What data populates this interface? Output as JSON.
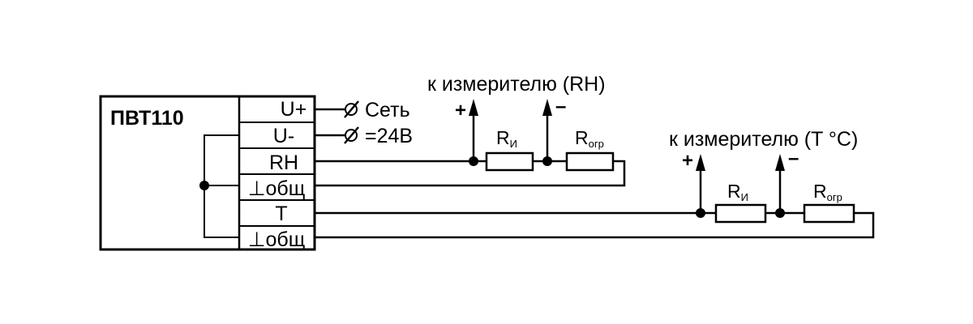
{
  "device": {
    "name": "ПВТ110"
  },
  "terminals": [
    "U+",
    "U-",
    "RH",
    "⊥общ",
    "T",
    "⊥общ"
  ],
  "power": {
    "line1": "Сеть",
    "line2": "=24В"
  },
  "meter_rh": {
    "caption": "к измерителю (RH)",
    "plus": "+",
    "minus": "–",
    "r1_main": "R",
    "r1_sub": "И",
    "r2_main": "R",
    "r2_sub": "огр"
  },
  "meter_t": {
    "caption": "к измерителю (T °C)",
    "plus": "+",
    "minus": "–",
    "r1_main": "R",
    "r1_sub": "И",
    "r2_main": "R",
    "r2_sub": "огр"
  }
}
